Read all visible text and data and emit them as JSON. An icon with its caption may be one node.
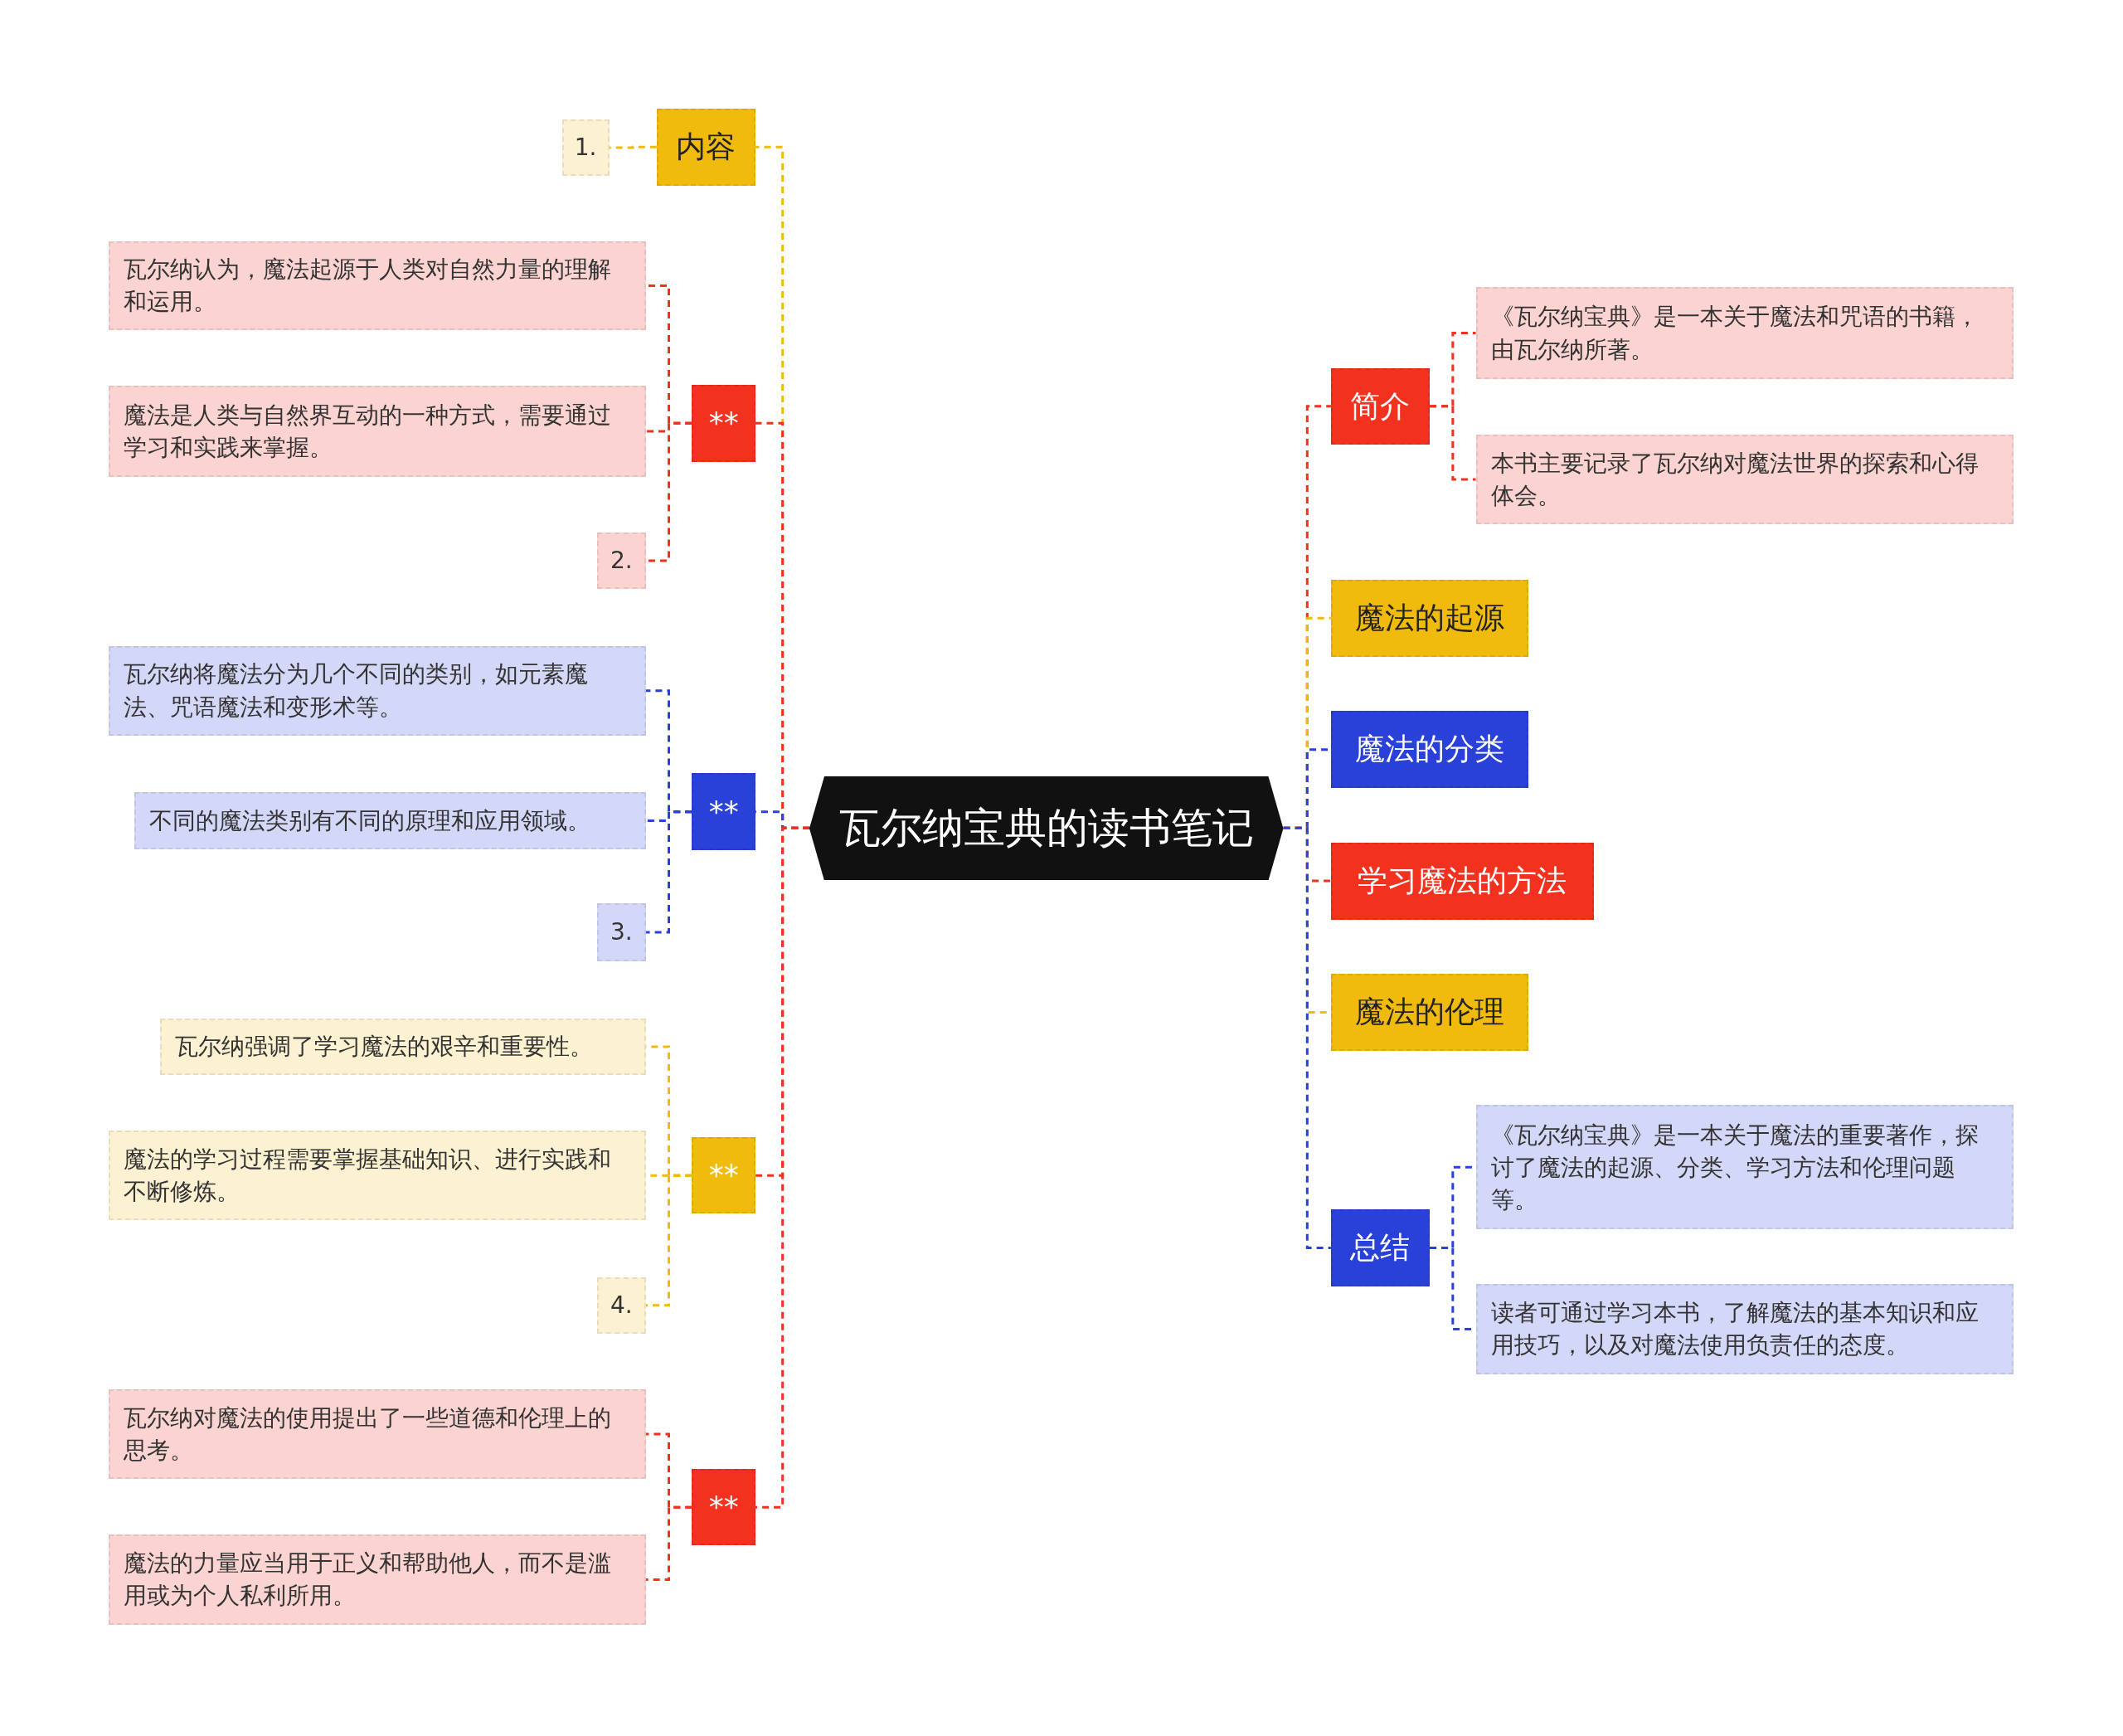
{
  "diagram": {
    "nodes": [
      {
        "text": [
          "瓦尔纳宝典的读书笔记"
        ]
      },
      {
        "text": [
          "内容"
        ]
      },
      {
        "text": [
          "1."
        ]
      },
      {
        "text": [
          "**"
        ]
      },
      {
        "text": [
          "瓦尔纳认为，魔法起源于人类对自然力量的理解和运用。"
        ]
      },
      {
        "text": [
          "魔法是人类与自然界互动的一种方式，需要通过学习和实践来掌握。"
        ]
      },
      {
        "text": [
          "2."
        ]
      },
      {
        "text": [
          "**"
        ]
      },
      {
        "text": [
          "瓦尔纳将魔法分为几个不同的类别，如元素魔法、咒语魔法和变形术等。"
        ]
      },
      {
        "text": [
          "不同的魔法类别有不同的原理和应用领域。"
        ]
      },
      {
        "text": [
          "3."
        ]
      },
      {
        "text": [
          "**"
        ]
      },
      {
        "text": [
          "瓦尔纳强调了学习魔法的艰辛和重要性。"
        ]
      },
      {
        "text": [
          "魔法的学习过程需要掌握基础知识、进行实践和不断修炼。"
        ]
      },
      {
        "text": [
          "4."
        ]
      },
      {
        "text": [
          "**"
        ]
      },
      {
        "text": [
          "瓦尔纳对魔法的使用提出了一些道德和伦理上的思考。"
        ]
      },
      {
        "text": [
          "魔法的力量应当用于正义和帮助他人，而不是滥用或为个人私利所用。"
        ]
      },
      {
        "text": [
          "简介"
        ]
      },
      {
        "text": [
          "《瓦尔纳宝典》是一本关于魔法和咒语的书籍，由瓦尔纳所著。"
        ]
      },
      {
        "text": [
          "本书主要记录了瓦尔纳对魔法世界的探索和心得体会。"
        ]
      },
      {
        "text": [
          "魔法的起源"
        ]
      },
      {
        "text": [
          "魔法的分类"
        ]
      },
      {
        "text": [
          "学习魔法的方法"
        ]
      },
      {
        "text": [
          "魔法的伦理"
        ]
      },
      {
        "text": [
          "总结"
        ]
      },
      {
        "text": [
          "《瓦尔纳宝典》是一本关于魔法的重要著作，探讨了魔法的起源、分类、学习方法和伦理问题等。"
        ]
      },
      {
        "text": [
          "读者可通过学习本书，了解魔法的基本知识和应用技巧，以及对魔法使用负责任的态度。"
        ]
      }
    ],
    "edges": [
      {
        "from": 0,
        "to": 1,
        "arrow": "none",
        "color": "#f0bb0c"
      },
      {
        "from": 0,
        "to": 3,
        "arrow": "none",
        "color": "#f2311f"
      },
      {
        "from": 0,
        "to": 7,
        "arrow": "none",
        "color": "#2a41d9"
      },
      {
        "from": 0,
        "to": 11,
        "arrow": "none",
        "color": "#f2311f"
      },
      {
        "from": 0,
        "to": 15,
        "arrow": "none",
        "color": "#f2311f"
      },
      {
        "from": 1,
        "to": 2,
        "arrow": "none",
        "color": "#f0bb0c"
      },
      {
        "from": 3,
        "to": 4,
        "arrow": "none",
        "color": "#f2311f"
      },
      {
        "from": 3,
        "to": 5,
        "arrow": "none",
        "color": "#f2311f"
      },
      {
        "from": 3,
        "to": 6,
        "arrow": "none",
        "color": "#f2311f"
      },
      {
        "from": 7,
        "to": 8,
        "arrow": "none",
        "color": "#2a41d9"
      },
      {
        "from": 7,
        "to": 9,
        "arrow": "none",
        "color": "#2a41d9"
      },
      {
        "from": 7,
        "to": 10,
        "arrow": "none",
        "color": "#2a41d9"
      },
      {
        "from": 11,
        "to": 12,
        "arrow": "none",
        "color": "#f0bb0c"
      },
      {
        "from": 11,
        "to": 13,
        "arrow": "none",
        "color": "#f0bb0c"
      },
      {
        "from": 11,
        "to": 14,
        "arrow": "none",
        "color": "#f0bb0c"
      },
      {
        "from": 15,
        "to": 16,
        "arrow": "none",
        "color": "#f2311f"
      },
      {
        "from": 15,
        "to": 17,
        "arrow": "none",
        "color": "#f2311f"
      },
      {
        "from": 0,
        "to": 18,
        "arrow": "none",
        "color": "#f2311f"
      },
      {
        "from": 0,
        "to": 21,
        "arrow": "none",
        "color": "#f0bb0c"
      },
      {
        "from": 0,
        "to": 22,
        "arrow": "none",
        "color": "#2a41d9"
      },
      {
        "from": 0,
        "to": 23,
        "arrow": "none",
        "color": "#f2311f"
      },
      {
        "from": 0,
        "to": 24,
        "arrow": "none",
        "color": "#f0bb0c"
      },
      {
        "from": 0,
        "to": 25,
        "arrow": "none",
        "color": "#2a41d9"
      },
      {
        "from": 18,
        "to": 19,
        "arrow": "none",
        "color": "#f2311f"
      },
      {
        "from": 18,
        "to": 20,
        "arrow": "none",
        "color": "#f2311f"
      },
      {
        "from": 25,
        "to": 26,
        "arrow": "none",
        "color": "#2a41d9"
      },
      {
        "from": 25,
        "to": 27,
        "arrow": "none",
        "color": "#2a41d9"
      }
    ]
  }
}
